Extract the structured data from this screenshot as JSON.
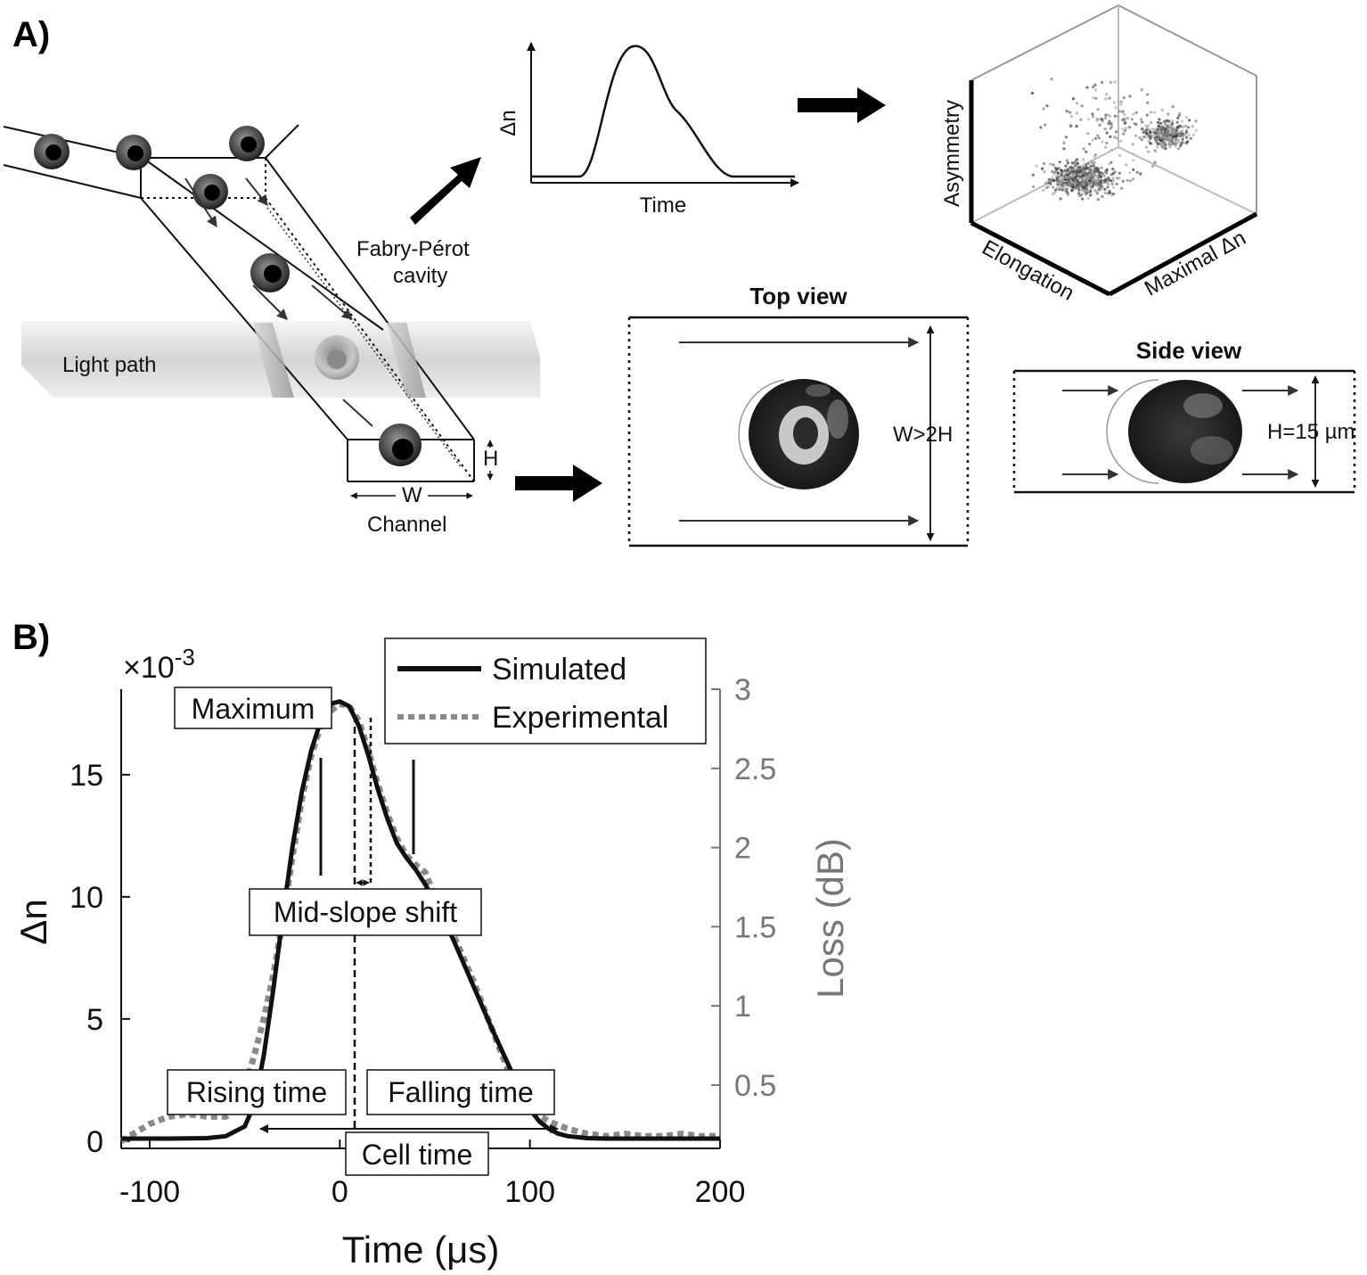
{
  "panel_a": {
    "letter": "A)",
    "labels": {
      "light_path": "Light path",
      "fabry_perot_1": "Fabry-Pérot",
      "fabry_perot_2": "cavity",
      "channel": "Channel",
      "w": "W",
      "h": "H",
      "mini_plot_ylabel": "Δn",
      "mini_plot_xlabel": "Time",
      "axis3d_asymmetry": "Asymmetry",
      "axis3d_elongation": "Elongation",
      "axis3d_maximal": "Maximal Δn",
      "top_view_title": "Top view",
      "top_view_dim": "W>2H",
      "side_view_title": "Side view",
      "side_view_dim": "H=15 µm"
    }
  },
  "panel_b": {
    "letter": "B)",
    "multiplier": "×10",
    "multiplier_exp": "-3",
    "annotations": {
      "maximum": "Maximum",
      "mid_slope": "Mid-slope shift",
      "rising": "Rising time",
      "falling": "Falling time",
      "cell_time": "Cell time"
    },
    "legend": {
      "simulated": "Simulated",
      "experimental": "Experimental"
    }
  },
  "chart_data": {
    "type": "line",
    "xlabel": "Time (μs)",
    "ylabel": "Δn",
    "y2label": "Loss (dB)",
    "xlim": [
      -115,
      200
    ],
    "ylim": [
      -0.3,
      18.5
    ],
    "y2lim": [
      0.1,
      3.0
    ],
    "xticks": [
      "-100",
      "0",
      "100",
      "200"
    ],
    "yticks": [
      "0",
      "5",
      "10",
      "15"
    ],
    "y2ticks": [
      "0.5",
      "1",
      "1.5",
      "2",
      "2.5",
      "3"
    ],
    "x_tick_values": [
      -100,
      0,
      100,
      200
    ],
    "y_tick_values": [
      0,
      5,
      10,
      15
    ],
    "y2_tick_values": [
      0.5,
      1,
      1.5,
      2,
      2.5,
      3
    ],
    "series": [
      {
        "name": "Simulated",
        "color": "#111111",
        "style": "solid",
        "x": [
          -115,
          -90,
          -70,
          -60,
          -50,
          -45,
          -40,
          -35,
          -30,
          -25,
          -20,
          -15,
          -10,
          -5,
          0,
          5,
          10,
          15,
          20,
          25,
          30,
          35,
          40,
          45,
          50,
          60,
          70,
          80,
          90,
          95,
          100,
          105,
          110,
          115,
          120,
          130,
          140,
          160,
          180,
          200
        ],
        "y": [
          0.1,
          0.1,
          0.12,
          0.2,
          0.6,
          1.5,
          3.5,
          6.2,
          9.2,
          12.0,
          14.3,
          16.0,
          17.2,
          17.9,
          18.0,
          17.8,
          17.0,
          15.8,
          14.4,
          13.2,
          12.2,
          11.6,
          11.1,
          10.5,
          9.8,
          8.2,
          6.4,
          4.6,
          2.9,
          2.0,
          1.3,
          0.8,
          0.5,
          0.3,
          0.2,
          0.12,
          0.1,
          0.1,
          0.1,
          0.1
        ]
      },
      {
        "name": "Experimental",
        "color": "#8a8a8a",
        "style": "dotted",
        "x": [
          -115,
          -100,
          -90,
          -80,
          -70,
          -60,
          -55,
          -50,
          -45,
          -40,
          -35,
          -30,
          -25,
          -20,
          -15,
          -10,
          -5,
          0,
          5,
          10,
          15,
          20,
          25,
          30,
          35,
          40,
          45,
          50,
          60,
          70,
          80,
          90,
          95,
          100,
          110,
          120,
          130,
          140,
          150,
          160,
          170,
          180,
          190,
          200
        ],
        "y": [
          0.0,
          0.7,
          1.0,
          1.1,
          1.0,
          1.0,
          1.3,
          2.2,
          3.5,
          5.0,
          6.8,
          9.0,
          11.6,
          14.0,
          15.8,
          17.0,
          17.6,
          17.9,
          17.8,
          17.2,
          16.0,
          14.6,
          13.4,
          12.4,
          11.7,
          11.3,
          11.0,
          10.0,
          8.4,
          6.6,
          4.6,
          2.6,
          1.8,
          1.3,
          0.8,
          0.5,
          0.3,
          0.2,
          0.3,
          0.2,
          0.2,
          0.3,
          0.2,
          0.2
        ]
      }
    ]
  }
}
